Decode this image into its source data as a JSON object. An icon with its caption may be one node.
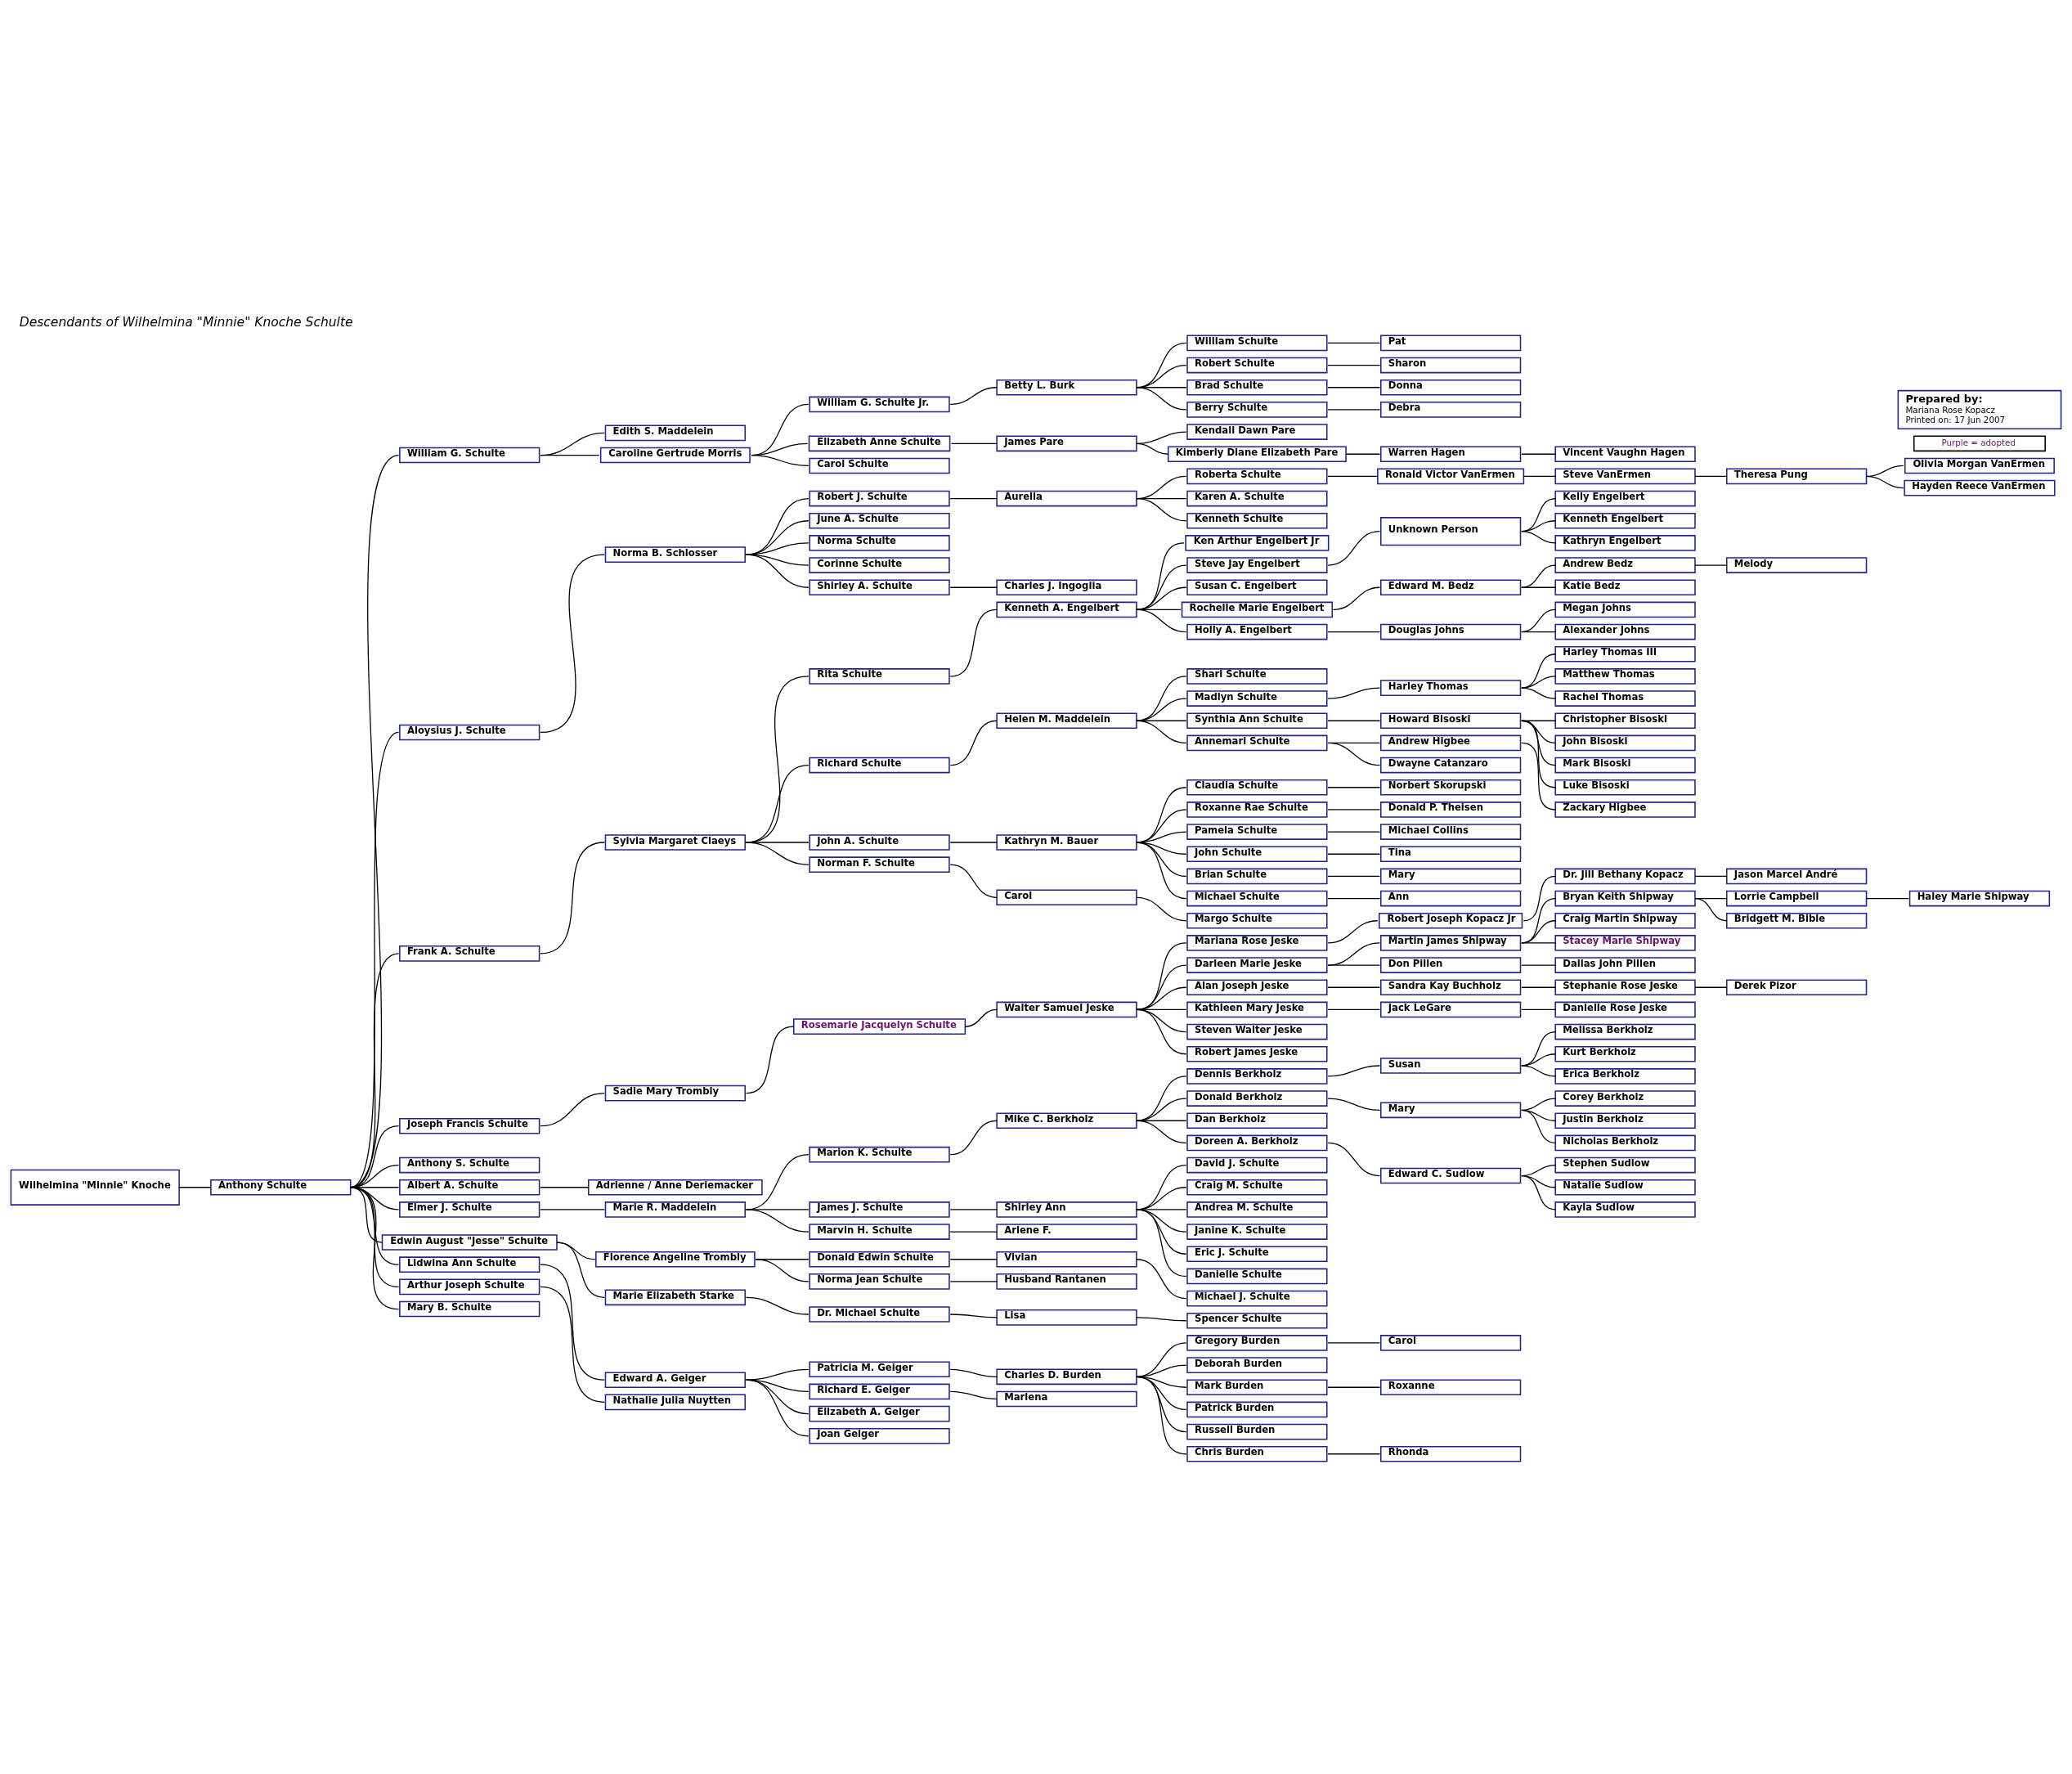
{
  "diagram": {
    "title": "Descendants of Wilhelmina \"Minnie\" Knoche Schulte",
    "nodes": [
      {
        "text": [
          "Wilhelmina \"Minnie\" Knoche"
        ]
      },
      {
        "text": [
          "Anthony Schulte"
        ]
      },
      {
        "text": [
          "William G. Schulte"
        ]
      },
      {
        "text": [
          "Edith S. Maddelein"
        ]
      },
      {
        "text": [
          "Caroline Gertrude Morris"
        ]
      },
      {
        "text": [
          "William G. Schulte Jr."
        ]
      },
      {
        "text": [
          "Betty L. Burk"
        ]
      },
      {
        "text": [
          "William Schulte"
        ]
      },
      {
        "text": [
          "Pat"
        ]
      },
      {
        "text": [
          "Robert Schulte"
        ]
      },
      {
        "text": [
          "Sharon"
        ]
      },
      {
        "text": [
          "Brad Schulte"
        ]
      },
      {
        "text": [
          "Donna"
        ]
      },
      {
        "text": [
          "Berry Schulte"
        ]
      },
      {
        "text": [
          "Debra"
        ]
      },
      {
        "text": [
          "Elizabeth Anne Schulte"
        ]
      },
      {
        "text": [
          "James Pare"
        ]
      },
      {
        "text": [
          "Kendall Dawn Pare"
        ]
      },
      {
        "text": [
          "Kimberly Diane Elizabeth Pare"
        ]
      },
      {
        "text": [
          "Warren Hagen"
        ]
      },
      {
        "text": [
          "Vincent Vaughn Hagen"
        ]
      },
      {
        "text": [
          "Carol Schulte"
        ]
      },
      {
        "text": [
          "Aloysius J. Schulte"
        ]
      },
      {
        "text": [
          "Norma B. Schlosser"
        ]
      },
      {
        "text": [
          "Robert J. Schulte"
        ]
      },
      {
        "text": [
          "Aurella"
        ]
      },
      {
        "text": [
          "Roberta Schulte"
        ]
      },
      {
        "text": [
          "Ronald Victor VanErmen"
        ]
      },
      {
        "text": [
          "Steve VanErmen"
        ]
      },
      {
        "text": [
          "Theresa Pung"
        ]
      },
      {
        "text": [
          "Olivia Morgan VanErmen"
        ]
      },
      {
        "text": [
          "Hayden Reece VanErmen"
        ]
      },
      {
        "text": [
          "Karen A. Schulte"
        ]
      },
      {
        "text": [
          "Kenneth Schulte"
        ]
      },
      {
        "text": [
          "June A. Schulte"
        ]
      },
      {
        "text": [
          "Norma Schulte"
        ]
      },
      {
        "text": [
          "Corinne Schulte"
        ]
      },
      {
        "text": [
          "Shirley A. Schulte"
        ]
      },
      {
        "text": [
          "Charles J. Ingoglia"
        ]
      },
      {
        "text": [
          "Frank A. Schulte"
        ]
      },
      {
        "text": [
          "Sylvia Margaret Claeys"
        ]
      },
      {
        "text": [
          "Rita Schulte"
        ]
      },
      {
        "text": [
          "Kenneth A. Engelbert"
        ]
      },
      {
        "text": [
          "Ken Arthur Engelbert Jr"
        ]
      },
      {
        "text": [
          "Steve Jay Engelbert"
        ]
      },
      {
        "text": [
          "Unknown Person"
        ]
      },
      {
        "text": [
          "Kelly Engelbert"
        ]
      },
      {
        "text": [
          "Kenneth Engelbert"
        ]
      },
      {
        "text": [
          "Kathryn Engelbert"
        ]
      },
      {
        "text": [
          "Susan C. Engelbert"
        ]
      },
      {
        "text": [
          "Rochelle Marie Engelbert"
        ]
      },
      {
        "text": [
          "Edward M. Bedz"
        ]
      },
      {
        "text": [
          "Andrew Bedz"
        ]
      },
      {
        "text": [
          "Melody"
        ]
      },
      {
        "text": [
          "Katie Bedz"
        ]
      },
      {
        "text": [
          "Holly A. Engelbert"
        ]
      },
      {
        "text": [
          "Douglas Johns"
        ]
      },
      {
        "text": [
          "Megan Johns"
        ]
      },
      {
        "text": [
          "Alexander Johns"
        ]
      },
      {
        "text": [
          "Richard Schulte"
        ]
      },
      {
        "text": [
          "Helen M. Maddelein"
        ]
      },
      {
        "text": [
          "Shari Schulte"
        ]
      },
      {
        "text": [
          "Madlyn Schulte"
        ]
      },
      {
        "text": [
          "Harley Thomas"
        ]
      },
      {
        "text": [
          "Harley Thomas III"
        ]
      },
      {
        "text": [
          "Matthew Thomas"
        ]
      },
      {
        "text": [
          "Rachel Thomas"
        ]
      },
      {
        "text": [
          "Synthia Ann Schulte"
        ]
      },
      {
        "text": [
          "Howard Bisoski"
        ]
      },
      {
        "text": [
          "Christopher Bisoski"
        ]
      },
      {
        "text": [
          "John Bisoski"
        ]
      },
      {
        "text": [
          "Mark Bisoski"
        ]
      },
      {
        "text": [
          "Luke Bisoski"
        ]
      },
      {
        "text": [
          "Annemari Schulte"
        ]
      },
      {
        "text": [
          "Andrew Higbee"
        ]
      },
      {
        "text": [
          "Zackary Higbee"
        ]
      },
      {
        "text": [
          "Dwayne Catanzaro"
        ]
      },
      {
        "text": [
          "John A. Schulte"
        ]
      },
      {
        "text": [
          "Kathryn M. Bauer"
        ]
      },
      {
        "text": [
          "Claudia Schulte"
        ]
      },
      {
        "text": [
          "Norbert Skorupski"
        ]
      },
      {
        "text": [
          "Roxanne Rae Schulte"
        ]
      },
      {
        "text": [
          "Donald P. Theisen"
        ]
      },
      {
        "text": [
          "Pamela Schulte"
        ]
      },
      {
        "text": [
          "Michael Collins"
        ]
      },
      {
        "text": [
          "John Schulte"
        ]
      },
      {
        "text": [
          "Tina"
        ]
      },
      {
        "text": [
          "Brian Schulte"
        ]
      },
      {
        "text": [
          "Mary"
        ]
      },
      {
        "text": [
          "Michael Schulte"
        ]
      },
      {
        "text": [
          "Ann"
        ]
      },
      {
        "text": [
          "Norman F. Schulte"
        ]
      },
      {
        "text": [
          "Carol"
        ]
      },
      {
        "text": [
          "Margo Schulte"
        ]
      },
      {
        "text": [
          "Joseph Francis Schulte"
        ]
      },
      {
        "text": [
          "Sadie Mary Trombly"
        ]
      },
      {
        "text": [
          "Rosemarie Jacquelyn Schulte"
        ]
      },
      {
        "text": [
          "Walter Samuel Jeske"
        ]
      },
      {
        "text": [
          "Mariana Rose Jeske"
        ]
      },
      {
        "text": [
          "Robert Joseph Kopacz Jr"
        ]
      },
      {
        "text": [
          "Dr. Jill Bethany Kopacz"
        ]
      },
      {
        "text": [
          "Jason Marcel André"
        ]
      },
      {
        "text": [
          "Darleen Marie Jeske"
        ]
      },
      {
        "text": [
          "Martin James Shipway"
        ]
      },
      {
        "text": [
          "Bryan Keith Shipway"
        ]
      },
      {
        "text": [
          "Lorrie Campbell"
        ]
      },
      {
        "text": [
          "Haley Marie Shipway"
        ]
      },
      {
        "text": [
          "Bridgett M. Bible"
        ]
      },
      {
        "text": [
          "Craig Martin Shipway"
        ]
      },
      {
        "text": [
          "Stacey Marie Shipway"
        ]
      },
      {
        "text": [
          "Don Pillen"
        ]
      },
      {
        "text": [
          "Dallas John Pillen"
        ]
      },
      {
        "text": [
          "Alan Joseph Jeske"
        ]
      },
      {
        "text": [
          "Sandra Kay Buchholz"
        ]
      },
      {
        "text": [
          "Stephanie Rose Jeske"
        ]
      },
      {
        "text": [
          "Derek Pizor"
        ]
      },
      {
        "text": [
          "Kathleen Mary Jeske"
        ]
      },
      {
        "text": [
          "Jack LeGare"
        ]
      },
      {
        "text": [
          "Danielle Rose Jeske"
        ]
      },
      {
        "text": [
          "Steven Walter Jeske"
        ]
      },
      {
        "text": [
          "Robert James Jeske"
        ]
      },
      {
        "text": [
          "Anthony S. Schulte"
        ]
      },
      {
        "text": [
          "Albert A. Schulte"
        ]
      },
      {
        "text": [
          "Adrienne / Anne Deriemacker"
        ]
      },
      {
        "text": [
          "Elmer J. Schulte"
        ]
      },
      {
        "text": [
          "Marie R. Maddelein"
        ]
      },
      {
        "text": [
          "Marion K. Schulte"
        ]
      },
      {
        "text": [
          "Mike C. Berkholz"
        ]
      },
      {
        "text": [
          "Dennis Berkholz"
        ]
      },
      {
        "text": [
          "Susan"
        ]
      },
      {
        "text": [
          "Melissa Berkholz"
        ]
      },
      {
        "text": [
          "Kurt Berkholz"
        ]
      },
      {
        "text": [
          "Erica Berkholz"
        ]
      },
      {
        "text": [
          "Donald Berkholz"
        ]
      },
      {
        "text": [
          "Mary"
        ]
      },
      {
        "text": [
          "Corey Berkholz"
        ]
      },
      {
        "text": [
          "Justin Berkholz"
        ]
      },
      {
        "text": [
          "Nicholas Berkholz"
        ]
      },
      {
        "text": [
          "Dan Berkholz"
        ]
      },
      {
        "text": [
          "Doreen A. Berkholz"
        ]
      },
      {
        "text": [
          "Edward C. Sudlow"
        ]
      },
      {
        "text": [
          "Stephen Sudlow"
        ]
      },
      {
        "text": [
          "Natalie Sudlow"
        ]
      },
      {
        "text": [
          "Kayla Sudlow"
        ]
      },
      {
        "text": [
          "James J. Schulte"
        ]
      },
      {
        "text": [
          "Shirley Ann"
        ]
      },
      {
        "text": [
          "David J. Schulte"
        ]
      },
      {
        "text": [
          "Craig M. Schulte"
        ]
      },
      {
        "text": [
          "Andrea M. Schulte"
        ]
      },
      {
        "text": [
          "Janine K. Schulte"
        ]
      },
      {
        "text": [
          "Eric J. Schulte"
        ]
      },
      {
        "text": [
          "Danielle Schulte"
        ]
      },
      {
        "text": [
          "Marvin H. Schulte"
        ]
      },
      {
        "text": [
          "Arlene F."
        ]
      },
      {
        "text": [
          "Edwin August \"Jesse\" Schulte"
        ]
      },
      {
        "text": [
          "Florence Angeline Trombly"
        ]
      },
      {
        "text": [
          "Donald Edwin Schulte"
        ]
      },
      {
        "text": [
          "Vivian"
        ]
      },
      {
        "text": [
          "Michael J. Schulte"
        ]
      },
      {
        "text": [
          "Norma Jean Schulte"
        ]
      },
      {
        "text": [
          "Husband Rantanen"
        ]
      },
      {
        "text": [
          "Marie Elizabeth Starke"
        ]
      },
      {
        "text": [
          "Dr. Michael Schulte"
        ]
      },
      {
        "text": [
          "Lisa"
        ]
      },
      {
        "text": [
          "Spencer Schulte"
        ]
      },
      {
        "text": [
          "Lidwina Ann Schulte"
        ]
      },
      {
        "text": [
          "Edward A. Geiger"
        ]
      },
      {
        "text": [
          "Patricia M. Geiger"
        ]
      },
      {
        "text": [
          "Charles D. Burden"
        ]
      },
      {
        "text": [
          "Gregory Burden"
        ]
      },
      {
        "text": [
          "Carol"
        ]
      },
      {
        "text": [
          "Deborah Burden"
        ]
      },
      {
        "text": [
          "Mark Burden"
        ]
      },
      {
        "text": [
          "Roxanne"
        ]
      },
      {
        "text": [
          "Patrick Burden"
        ]
      },
      {
        "text": [
          "Russell Burden"
        ]
      },
      {
        "text": [
          "Chris Burden"
        ]
      },
      {
        "text": [
          "Rhonda"
        ]
      },
      {
        "text": [
          "Richard E. Geiger"
        ]
      },
      {
        "text": [
          "Marlena"
        ]
      },
      {
        "text": [
          "Elizabeth A. Geiger"
        ]
      },
      {
        "text": [
          "Joan Geiger"
        ]
      },
      {
        "text": [
          "Arthur Joseph Schulte"
        ]
      },
      {
        "text": [
          "Nathalie Julia Nuytten"
        ]
      },
      {
        "text": [
          "Mary B. Schulte"
        ]
      },
      {
        "text": [
          "Purple = adopted"
        ]
      },
      {
        "text": [
          "Prepared by:",
          "Mariana Rose Kopacz",
          "Printed on: 17 Jun 2007"
        ]
      }
    ],
    "edges": [
      {
        "from": 0,
        "to": 1,
        "arrow": "none"
      },
      {
        "from": 1,
        "to": 2,
        "arrow": "none"
      },
      {
        "from": 2,
        "to": 3,
        "arrow": "none"
      },
      {
        "from": 2,
        "to": 4,
        "arrow": "none"
      },
      {
        "from": 4,
        "to": 5,
        "arrow": "none"
      },
      {
        "from": 5,
        "to": 6,
        "arrow": "none"
      },
      {
        "from": 6,
        "to": 7,
        "arrow": "none"
      },
      {
        "from": 7,
        "to": 8,
        "arrow": "none"
      },
      {
        "from": 6,
        "to": 9,
        "arrow": "none"
      },
      {
        "from": 9,
        "to": 10,
        "arrow": "none"
      },
      {
        "from": 6,
        "to": 11,
        "arrow": "none"
      },
      {
        "from": 11,
        "to": 12,
        "arrow": "none"
      },
      {
        "from": 6,
        "to": 13,
        "arrow": "none"
      },
      {
        "from": 13,
        "to": 14,
        "arrow": "none"
      },
      {
        "from": 4,
        "to": 15,
        "arrow": "none"
      },
      {
        "from": 15,
        "to": 16,
        "arrow": "none"
      },
      {
        "from": 16,
        "to": 17,
        "arrow": "none"
      },
      {
        "from": 16,
        "to": 18,
        "arrow": "none"
      },
      {
        "from": 18,
        "to": 19,
        "arrow": "none"
      },
      {
        "from": 19,
        "to": 20,
        "arrow": "none"
      },
      {
        "from": 4,
        "to": 21,
        "arrow": "none"
      },
      {
        "from": 1,
        "to": 22,
        "arrow": "none"
      },
      {
        "from": 22,
        "to": 23,
        "arrow": "none"
      },
      {
        "from": 23,
        "to": 24,
        "arrow": "none"
      },
      {
        "from": 24,
        "to": 25,
        "arrow": "none"
      },
      {
        "from": 25,
        "to": 26,
        "arrow": "none"
      },
      {
        "from": 26,
        "to": 27,
        "arrow": "none"
      },
      {
        "from": 27,
        "to": 28,
        "arrow": "none"
      },
      {
        "from": 28,
        "to": 29,
        "arrow": "none"
      },
      {
        "from": 29,
        "to": 30,
        "arrow": "none"
      },
      {
        "from": 29,
        "to": 31,
        "arrow": "none"
      },
      {
        "from": 25,
        "to": 32,
        "arrow": "none"
      },
      {
        "from": 25,
        "to": 33,
        "arrow": "none"
      },
      {
        "from": 23,
        "to": 34,
        "arrow": "none"
      },
      {
        "from": 23,
        "to": 35,
        "arrow": "none"
      },
      {
        "from": 23,
        "to": 36,
        "arrow": "none"
      },
      {
        "from": 23,
        "to": 37,
        "arrow": "none"
      },
      {
        "from": 37,
        "to": 38,
        "arrow": "none"
      },
      {
        "from": 1,
        "to": 39,
        "arrow": "none"
      },
      {
        "from": 39,
        "to": 40,
        "arrow": "none"
      },
      {
        "from": 40,
        "to": 41,
        "arrow": "none"
      },
      {
        "from": 41,
        "to": 42,
        "arrow": "none"
      },
      {
        "from": 42,
        "to": 43,
        "arrow": "none"
      },
      {
        "from": 42,
        "to": 44,
        "arrow": "none"
      },
      {
        "from": 44,
        "to": 45,
        "arrow": "none"
      },
      {
        "from": 45,
        "to": 46,
        "arrow": "none"
      },
      {
        "from": 45,
        "to": 47,
        "arrow": "none"
      },
      {
        "from": 45,
        "to": 48,
        "arrow": "none"
      },
      {
        "from": 42,
        "to": 49,
        "arrow": "none"
      },
      {
        "from": 42,
        "to": 50,
        "arrow": "none"
      },
      {
        "from": 50,
        "to": 51,
        "arrow": "none"
      },
      {
        "from": 51,
        "to": 52,
        "arrow": "none"
      },
      {
        "from": 52,
        "to": 53,
        "arrow": "none"
      },
      {
        "from": 51,
        "to": 54,
        "arrow": "none"
      },
      {
        "from": 42,
        "to": 55,
        "arrow": "none"
      },
      {
        "from": 55,
        "to": 56,
        "arrow": "none"
      },
      {
        "from": 56,
        "to": 57,
        "arrow": "none"
      },
      {
        "from": 56,
        "to": 58,
        "arrow": "none"
      },
      {
        "from": 40,
        "to": 59,
        "arrow": "none"
      },
      {
        "from": 59,
        "to": 60,
        "arrow": "none"
      },
      {
        "from": 60,
        "to": 61,
        "arrow": "none"
      },
      {
        "from": 60,
        "to": 62,
        "arrow": "none"
      },
      {
        "from": 62,
        "to": 63,
        "arrow": "none"
      },
      {
        "from": 63,
        "to": 64,
        "arrow": "none"
      },
      {
        "from": 63,
        "to": 65,
        "arrow": "none"
      },
      {
        "from": 63,
        "to": 66,
        "arrow": "none"
      },
      {
        "from": 60,
        "to": 67,
        "arrow": "none"
      },
      {
        "from": 67,
        "to": 68,
        "arrow": "none"
      },
      {
        "from": 68,
        "to": 69,
        "arrow": "none"
      },
      {
        "from": 68,
        "to": 70,
        "arrow": "none"
      },
      {
        "from": 68,
        "to": 71,
        "arrow": "none"
      },
      {
        "from": 68,
        "to": 72,
        "arrow": "none"
      },
      {
        "from": 60,
        "to": 73,
        "arrow": "none"
      },
      {
        "from": 73,
        "to": 74,
        "arrow": "none"
      },
      {
        "from": 74,
        "to": 75,
        "arrow": "none"
      },
      {
        "from": 73,
        "to": 76,
        "arrow": "none"
      },
      {
        "from": 40,
        "to": 77,
        "arrow": "none"
      },
      {
        "from": 77,
        "to": 78,
        "arrow": "none"
      },
      {
        "from": 78,
        "to": 79,
        "arrow": "none"
      },
      {
        "from": 79,
        "to": 80,
        "arrow": "none"
      },
      {
        "from": 78,
        "to": 81,
        "arrow": "none"
      },
      {
        "from": 81,
        "to": 82,
        "arrow": "none"
      },
      {
        "from": 78,
        "to": 83,
        "arrow": "none"
      },
      {
        "from": 83,
        "to": 84,
        "arrow": "none"
      },
      {
        "from": 78,
        "to": 85,
        "arrow": "none"
      },
      {
        "from": 85,
        "to": 86,
        "arrow": "none"
      },
      {
        "from": 78,
        "to": 87,
        "arrow": "none"
      },
      {
        "from": 87,
        "to": 88,
        "arrow": "none"
      },
      {
        "from": 78,
        "to": 89,
        "arrow": "none"
      },
      {
        "from": 89,
        "to": 90,
        "arrow": "none"
      },
      {
        "from": 40,
        "to": 91,
        "arrow": "none"
      },
      {
        "from": 91,
        "to": 92,
        "arrow": "none"
      },
      {
        "from": 92,
        "to": 93,
        "arrow": "none"
      },
      {
        "from": 1,
        "to": 94,
        "arrow": "none"
      },
      {
        "from": 94,
        "to": 95,
        "arrow": "none"
      },
      {
        "from": 95,
        "to": 96,
        "arrow": "none"
      },
      {
        "from": 96,
        "to": 97,
        "arrow": "none"
      },
      {
        "from": 97,
        "to": 98,
        "arrow": "none"
      },
      {
        "from": 98,
        "to": 99,
        "arrow": "none"
      },
      {
        "from": 99,
        "to": 100,
        "arrow": "none"
      },
      {
        "from": 100,
        "to": 101,
        "arrow": "none"
      },
      {
        "from": 97,
        "to": 102,
        "arrow": "none"
      },
      {
        "from": 102,
        "to": 103,
        "arrow": "none"
      },
      {
        "from": 103,
        "to": 104,
        "arrow": "none"
      },
      {
        "from": 104,
        "to": 105,
        "arrow": "none"
      },
      {
        "from": 105,
        "to": 106,
        "arrow": "none"
      },
      {
        "from": 104,
        "to": 107,
        "arrow": "none"
      },
      {
        "from": 103,
        "to": 108,
        "arrow": "none"
      },
      {
        "from": 103,
        "to": 109,
        "arrow": "none"
      },
      {
        "from": 102,
        "to": 110,
        "arrow": "none"
      },
      {
        "from": 110,
        "to": 111,
        "arrow": "none"
      },
      {
        "from": 97,
        "to": 112,
        "arrow": "none"
      },
      {
        "from": 112,
        "to": 113,
        "arrow": "none"
      },
      {
        "from": 113,
        "to": 114,
        "arrow": "none"
      },
      {
        "from": 114,
        "to": 115,
        "arrow": "none"
      },
      {
        "from": 97,
        "to": 116,
        "arrow": "none"
      },
      {
        "from": 116,
        "to": 117,
        "arrow": "none"
      },
      {
        "from": 117,
        "to": 118,
        "arrow": "none"
      },
      {
        "from": 97,
        "to": 119,
        "arrow": "none"
      },
      {
        "from": 97,
        "to": 120,
        "arrow": "none"
      },
      {
        "from": 1,
        "to": 121,
        "arrow": "none"
      },
      {
        "from": 1,
        "to": 122,
        "arrow": "none"
      },
      {
        "from": 122,
        "to": 123,
        "arrow": "none"
      },
      {
        "from": 1,
        "to": 124,
        "arrow": "none"
      },
      {
        "from": 124,
        "to": 125,
        "arrow": "none"
      },
      {
        "from": 125,
        "to": 126,
        "arrow": "none"
      },
      {
        "from": 126,
        "to": 127,
        "arrow": "none"
      },
      {
        "from": 127,
        "to": 128,
        "arrow": "none"
      },
      {
        "from": 128,
        "to": 129,
        "arrow": "none"
      },
      {
        "from": 129,
        "to": 130,
        "arrow": "none"
      },
      {
        "from": 129,
        "to": 131,
        "arrow": "none"
      },
      {
        "from": 129,
        "to": 132,
        "arrow": "none"
      },
      {
        "from": 127,
        "to": 133,
        "arrow": "none"
      },
      {
        "from": 133,
        "to": 134,
        "arrow": "none"
      },
      {
        "from": 134,
        "to": 135,
        "arrow": "none"
      },
      {
        "from": 134,
        "to": 136,
        "arrow": "none"
      },
      {
        "from": 134,
        "to": 137,
        "arrow": "none"
      },
      {
        "from": 127,
        "to": 138,
        "arrow": "none"
      },
      {
        "from": 127,
        "to": 139,
        "arrow": "none"
      },
      {
        "from": 139,
        "to": 140,
        "arrow": "none"
      },
      {
        "from": 140,
        "to": 141,
        "arrow": "none"
      },
      {
        "from": 140,
        "to": 142,
        "arrow": "none"
      },
      {
        "from": 140,
        "to": 143,
        "arrow": "none"
      },
      {
        "from": 125,
        "to": 144,
        "arrow": "none"
      },
      {
        "from": 144,
        "to": 145,
        "arrow": "none"
      },
      {
        "from": 145,
        "to": 146,
        "arrow": "none"
      },
      {
        "from": 145,
        "to": 147,
        "arrow": "none"
      },
      {
        "from": 145,
        "to": 148,
        "arrow": "none"
      },
      {
        "from": 145,
        "to": 149,
        "arrow": "none"
      },
      {
        "from": 145,
        "to": 150,
        "arrow": "none"
      },
      {
        "from": 145,
        "to": 151,
        "arrow": "none"
      },
      {
        "from": 125,
        "to": 152,
        "arrow": "none"
      },
      {
        "from": 152,
        "to": 153,
        "arrow": "none"
      },
      {
        "from": 1,
        "to": 154,
        "arrow": "none"
      },
      {
        "from": 154,
        "to": 155,
        "arrow": "none"
      },
      {
        "from": 155,
        "to": 156,
        "arrow": "none"
      },
      {
        "from": 156,
        "to": 157,
        "arrow": "none"
      },
      {
        "from": 157,
        "to": 158,
        "arrow": "none"
      },
      {
        "from": 155,
        "to": 159,
        "arrow": "none"
      },
      {
        "from": 159,
        "to": 160,
        "arrow": "none"
      },
      {
        "from": 154,
        "to": 161,
        "arrow": "none"
      },
      {
        "from": 161,
        "to": 162,
        "arrow": "none"
      },
      {
        "from": 162,
        "to": 163,
        "arrow": "none"
      },
      {
        "from": 163,
        "to": 164,
        "arrow": "none"
      },
      {
        "from": 1,
        "to": 165,
        "arrow": "none"
      },
      {
        "from": 165,
        "to": 166,
        "arrow": "none"
      },
      {
        "from": 166,
        "to": 167,
        "arrow": "none"
      },
      {
        "from": 167,
        "to": 168,
        "arrow": "none"
      },
      {
        "from": 168,
        "to": 169,
        "arrow": "none"
      },
      {
        "from": 169,
        "to": 170,
        "arrow": "none"
      },
      {
        "from": 168,
        "to": 171,
        "arrow": "none"
      },
      {
        "from": 168,
        "to": 172,
        "arrow": "none"
      },
      {
        "from": 172,
        "to": 173,
        "arrow": "none"
      },
      {
        "from": 168,
        "to": 174,
        "arrow": "none"
      },
      {
        "from": 168,
        "to": 175,
        "arrow": "none"
      },
      {
        "from": 168,
        "to": 176,
        "arrow": "none"
      },
      {
        "from": 176,
        "to": 177,
        "arrow": "none"
      },
      {
        "from": 166,
        "to": 178,
        "arrow": "none"
      },
      {
        "from": 178,
        "to": 179,
        "arrow": "none"
      },
      {
        "from": 166,
        "to": 180,
        "arrow": "none"
      },
      {
        "from": 166,
        "to": 181,
        "arrow": "none"
      },
      {
        "from": 1,
        "to": 182,
        "arrow": "none"
      },
      {
        "from": 182,
        "to": 183,
        "arrow": "none"
      },
      {
        "from": 1,
        "to": 184,
        "arrow": "none"
      }
    ]
  }
}
